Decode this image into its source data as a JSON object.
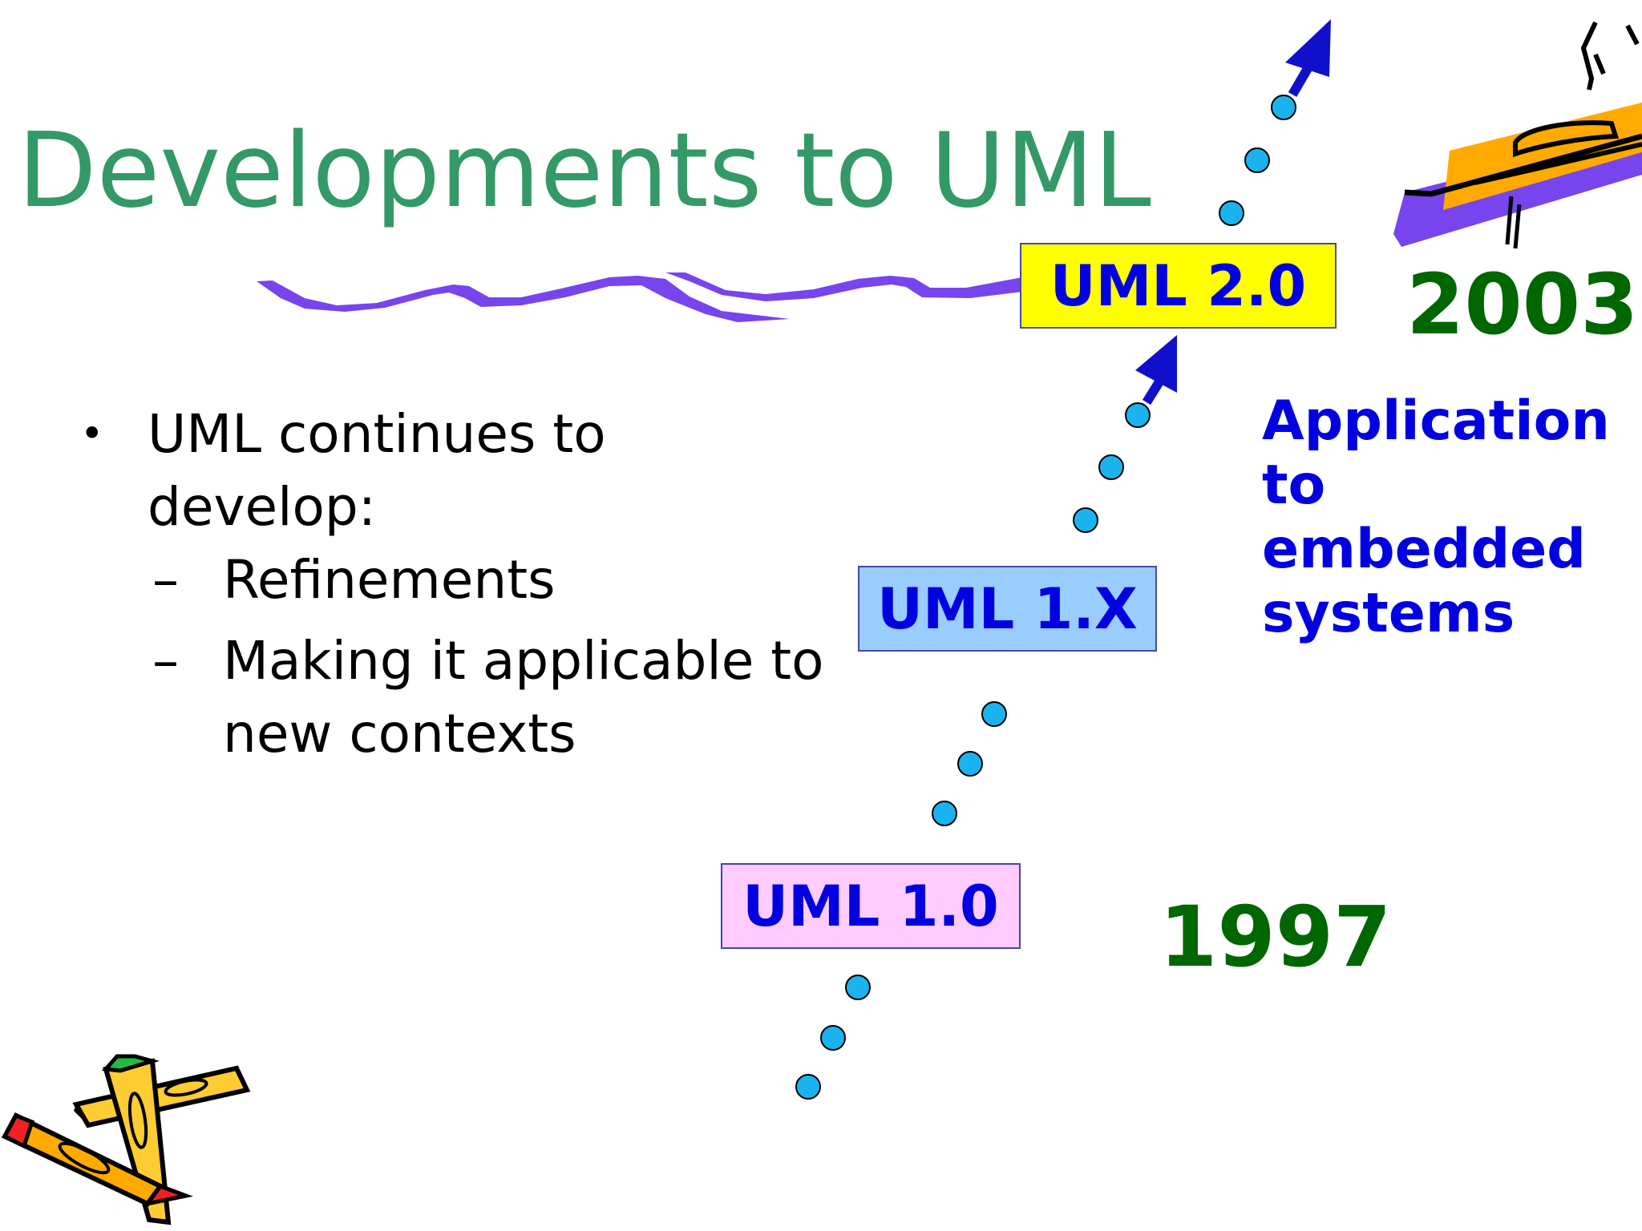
{
  "slide": {
    "title": "Developments to UML",
    "bullets": {
      "main": "UML continues to develop:",
      "sub_items": [
        "Refinements",
        "Making it applicable to new contexts"
      ]
    }
  },
  "timeline": {
    "versions": [
      {
        "label": "UML 1.0",
        "color": "#ffccff"
      },
      {
        "label": "UML 1.X",
        "color": "#99ccff"
      },
      {
        "label": "UML 2.0",
        "color": "#ffff00"
      }
    ],
    "years": [
      "1997",
      "2003"
    ],
    "note": "Application to embedded systems"
  },
  "colors": {
    "title": "#339966",
    "version_text": "#0000e0",
    "year_text": "#006600",
    "dots": "#1ab3f0",
    "arrow": "#1010cc",
    "underline_squiggle": "#7744ee"
  },
  "icons": [
    "pencils-clipart-icon",
    "rocket-pencil-clipart-icon",
    "arrow-up-icon"
  ]
}
